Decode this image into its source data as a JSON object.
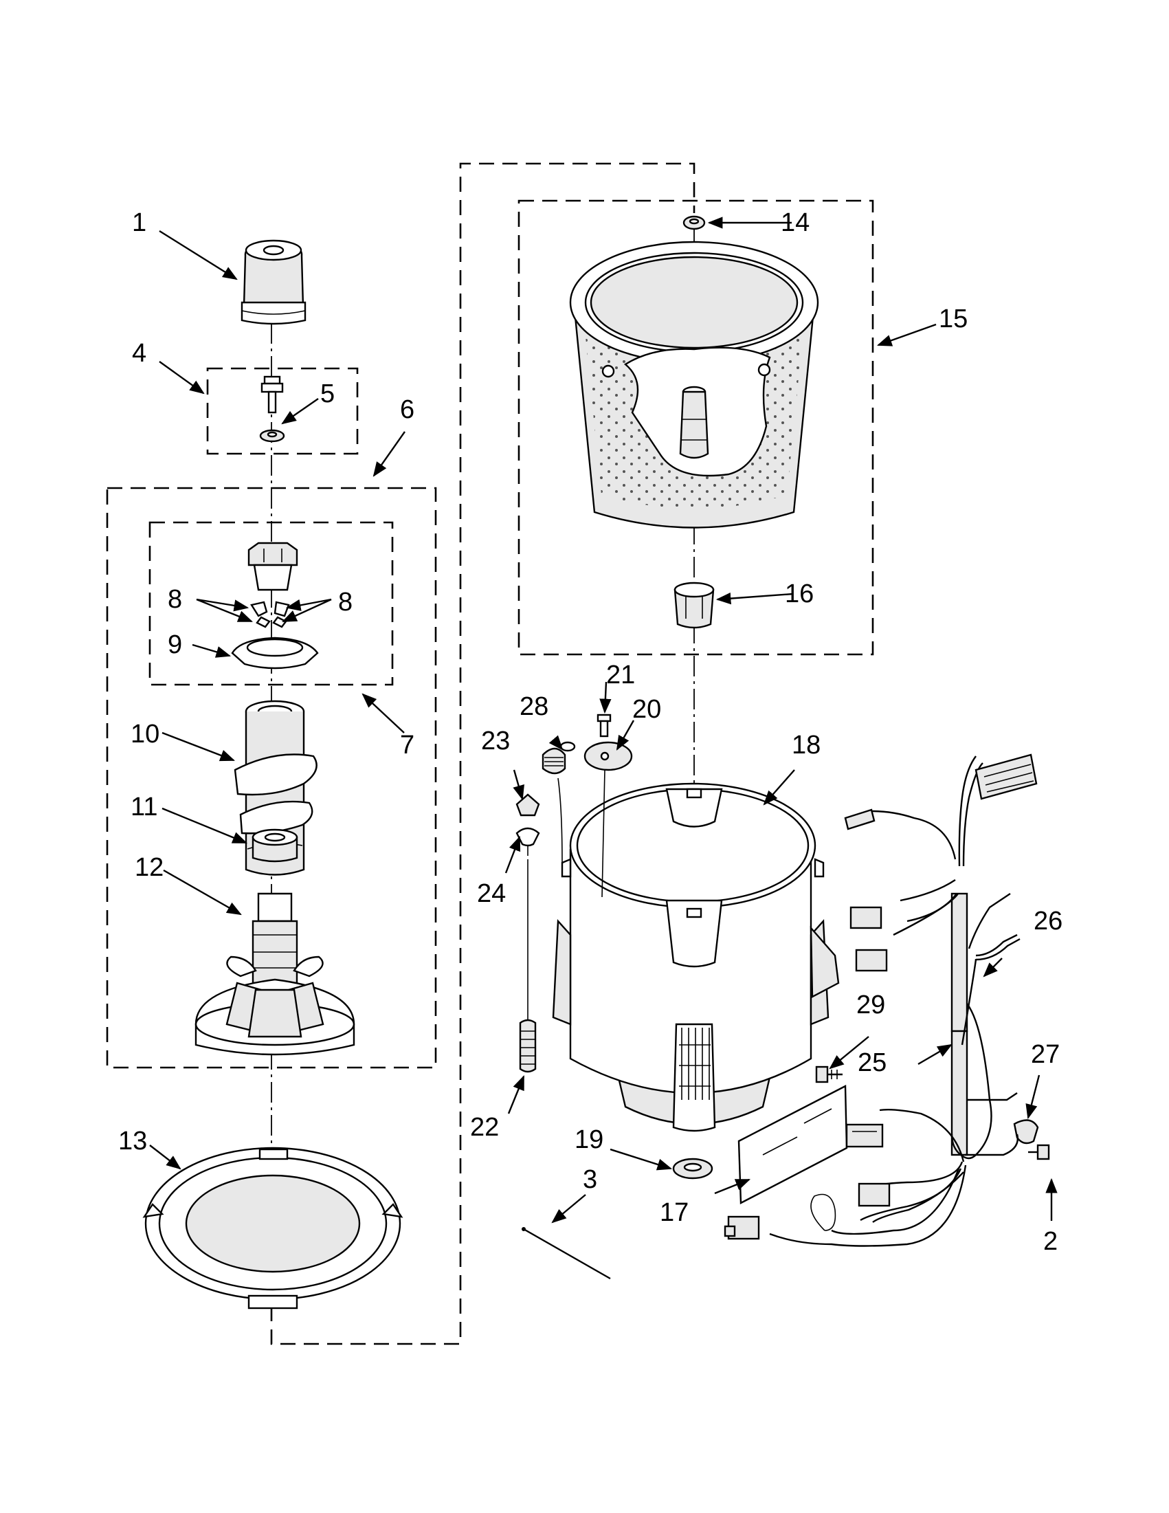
{
  "callouts": [
    {
      "id": "1",
      "text": "1"
    },
    {
      "id": "2",
      "text": "2"
    },
    {
      "id": "3",
      "text": "3"
    },
    {
      "id": "4",
      "text": "4"
    },
    {
      "id": "5",
      "text": "5"
    },
    {
      "id": "6",
      "text": "6"
    },
    {
      "id": "7",
      "text": "7"
    },
    {
      "id": "8a",
      "text": "8"
    },
    {
      "id": "8b",
      "text": "8"
    },
    {
      "id": "9",
      "text": "9"
    },
    {
      "id": "10",
      "text": "10"
    },
    {
      "id": "11",
      "text": "11"
    },
    {
      "id": "12",
      "text": "12"
    },
    {
      "id": "13",
      "text": "13"
    },
    {
      "id": "14",
      "text": "14"
    },
    {
      "id": "15",
      "text": "15"
    },
    {
      "id": "16",
      "text": "16"
    },
    {
      "id": "17",
      "text": "17"
    },
    {
      "id": "18",
      "text": "18"
    },
    {
      "id": "19",
      "text": "19"
    },
    {
      "id": "20",
      "text": "20"
    },
    {
      "id": "21",
      "text": "21"
    },
    {
      "id": "22",
      "text": "22"
    },
    {
      "id": "23",
      "text": "23"
    },
    {
      "id": "24",
      "text": "24"
    },
    {
      "id": "25",
      "text": "25"
    },
    {
      "id": "26",
      "text": "26"
    },
    {
      "id": "27",
      "text": "27"
    },
    {
      "id": "28",
      "text": "28"
    },
    {
      "id": "29",
      "text": "29"
    }
  ],
  "colors": {
    "ink": "#000000",
    "paper": "#ffffff",
    "shade": "#e8e8e8"
  }
}
